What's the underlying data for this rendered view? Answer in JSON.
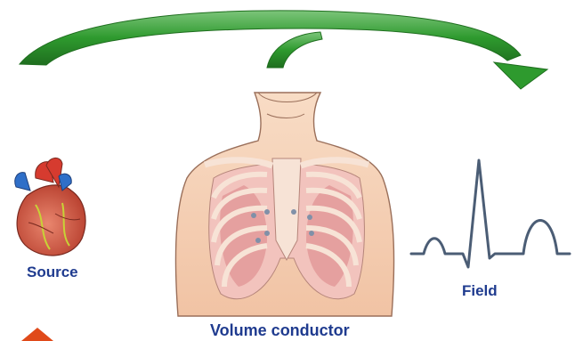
{
  "labels": {
    "source": "Source",
    "field": "Field",
    "volume_conductor": "Volume conductor"
  },
  "colors": {
    "arrow_green": "#2e9a2e",
    "arrow_dark_green": "#1f6e1f",
    "label_blue": "#1f3b8f",
    "skin": "#f6d0b5",
    "skin_outline": "#9a6f5a",
    "rib": "#f3c9c0",
    "lung": "#e39a9a",
    "ecg_line": "#4b5d75",
    "heart_red": "#d63b2f",
    "heart_blue": "#2f6fc8",
    "corner_marker": "#e04a1a"
  },
  "icons": [
    "heart-icon",
    "torso-illustration",
    "ecg-waveform",
    "curved-arrow",
    "corner-marker"
  ]
}
